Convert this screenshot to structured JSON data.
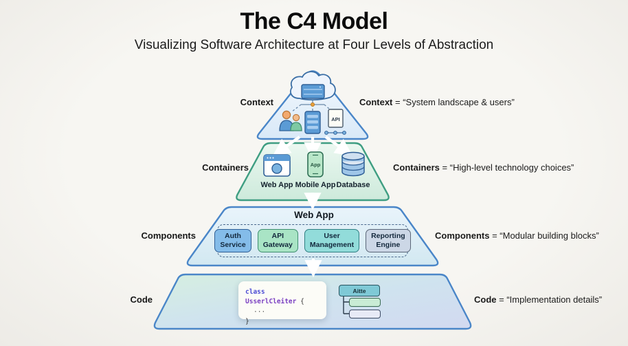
{
  "header": {
    "title": "The C4 Model",
    "subtitle": "Visualizing Software Architecture at Four Levels of Abstraction"
  },
  "levels": {
    "context": {
      "label": "Context",
      "term": "Context",
      "definition": "= “System landscape & users”"
    },
    "containers": {
      "label": "Containers",
      "term": "Containers",
      "definition": "= “High-level technology choices”"
    },
    "components": {
      "label": "Components",
      "term": "Components",
      "definition": "= “Modular building blocks”"
    },
    "code": {
      "label": "Code",
      "term": "Code",
      "definition": "= “Implementation details”"
    }
  },
  "context_tier": {
    "api_label": "API",
    "icons": [
      "cloud-server-icon",
      "users-icon",
      "server-stack-icon",
      "api-doc-icon",
      "nodes-icon"
    ]
  },
  "containers_tier": {
    "phone_text": "App",
    "items": [
      {
        "label": "Web App",
        "icon": "browser-icon"
      },
      {
        "label": "Mobile App",
        "icon": "phone-icon"
      },
      {
        "label": "Database",
        "icon": "database-icon"
      }
    ]
  },
  "components_tier": {
    "container_title": "Web App",
    "boxes": [
      {
        "line1": "Auth",
        "line2": "Service"
      },
      {
        "line1": "API",
        "line2": "Gateway"
      },
      {
        "line1": "User",
        "line2": "Management"
      },
      {
        "line1": "Reporting",
        "line2": "Engine"
      }
    ]
  },
  "code_tier": {
    "snippet": {
      "keyword": "class",
      "name": "UsserlCleiter",
      "open_brace": "{",
      "body": "···",
      "close_brace": "}"
    },
    "diagram": {
      "parent_label": "Aitte"
    }
  },
  "palette": {
    "background": "#f5f4f1",
    "context_border": "#4a86c8",
    "containers_border": "#3f9e82",
    "components_border": "#4a86c8",
    "code_border": "#4a86c8",
    "arrow": "#ffffff",
    "auth_service_fill": "#84bce9",
    "api_gateway_fill": "#a9e4c5",
    "user_management_fill": "#92dcda",
    "reporting_engine_fill": "#ccd7e6"
  }
}
